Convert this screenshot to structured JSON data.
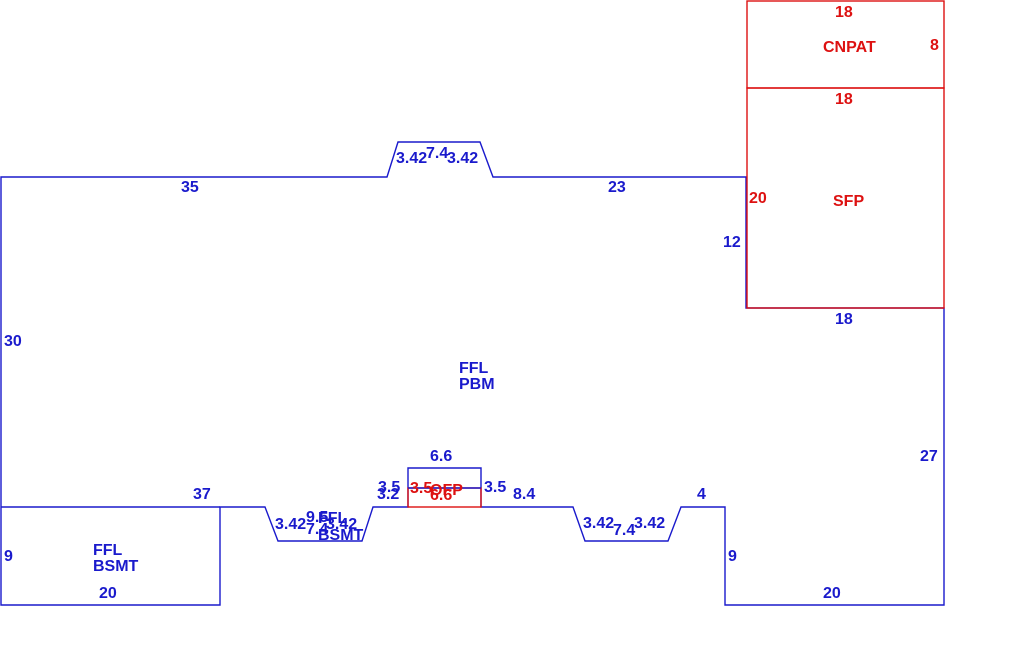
{
  "colors": {
    "blue": "#1a1acc",
    "red": "#dd1111"
  },
  "areas": {
    "main": {
      "code": "FFL",
      "type": "PBM"
    },
    "basement_left": {
      "code": "FFL",
      "type": "BSMT"
    },
    "basement_center": {
      "code": "FFL",
      "type": "BSMT"
    },
    "screened_porch": {
      "name": "SFP"
    },
    "canopy_patio": {
      "name": "CNPAT"
    },
    "deck_porch": {
      "name": "OFP"
    }
  },
  "dimensions": {
    "main_top_left": "35",
    "main_top_bay_side_left": "3.42",
    "main_top_bay_width": "7.4",
    "main_top_bay_side_right": "3.42",
    "main_top_right": "23",
    "main_left": "30",
    "main_right_upper": "12",
    "main_right_lower": "27",
    "sfp_bottom": "18",
    "main_bottom_left": "37",
    "center_bay_side_left": "3.42",
    "center_bay_width": "7.4",
    "center_bay_side_right": "3.42",
    "center_bay_overlap": "9.5",
    "ofp_step_left": "3.2",
    "ofp_left": "3.5",
    "ofp_top": "6.6",
    "ofp_right": "3.5",
    "ofp_red_left": "3.5",
    "ofp_red_bottom": "6.6",
    "main_bottom_mid": "8.4",
    "right_bay_side_left": "3.42",
    "right_bay_width": "7.4",
    "right_bay_side_right": "3.42",
    "main_bottom_right_step": "4",
    "bsmt_left_side": "9",
    "bsmt_left_bottom": "20",
    "bsmt_right_side": "9",
    "bsmt_right_bottom": "20",
    "cnpat_top": "18",
    "cnpat_side": "8",
    "sfp_top": "18",
    "sfp_side": "20"
  }
}
